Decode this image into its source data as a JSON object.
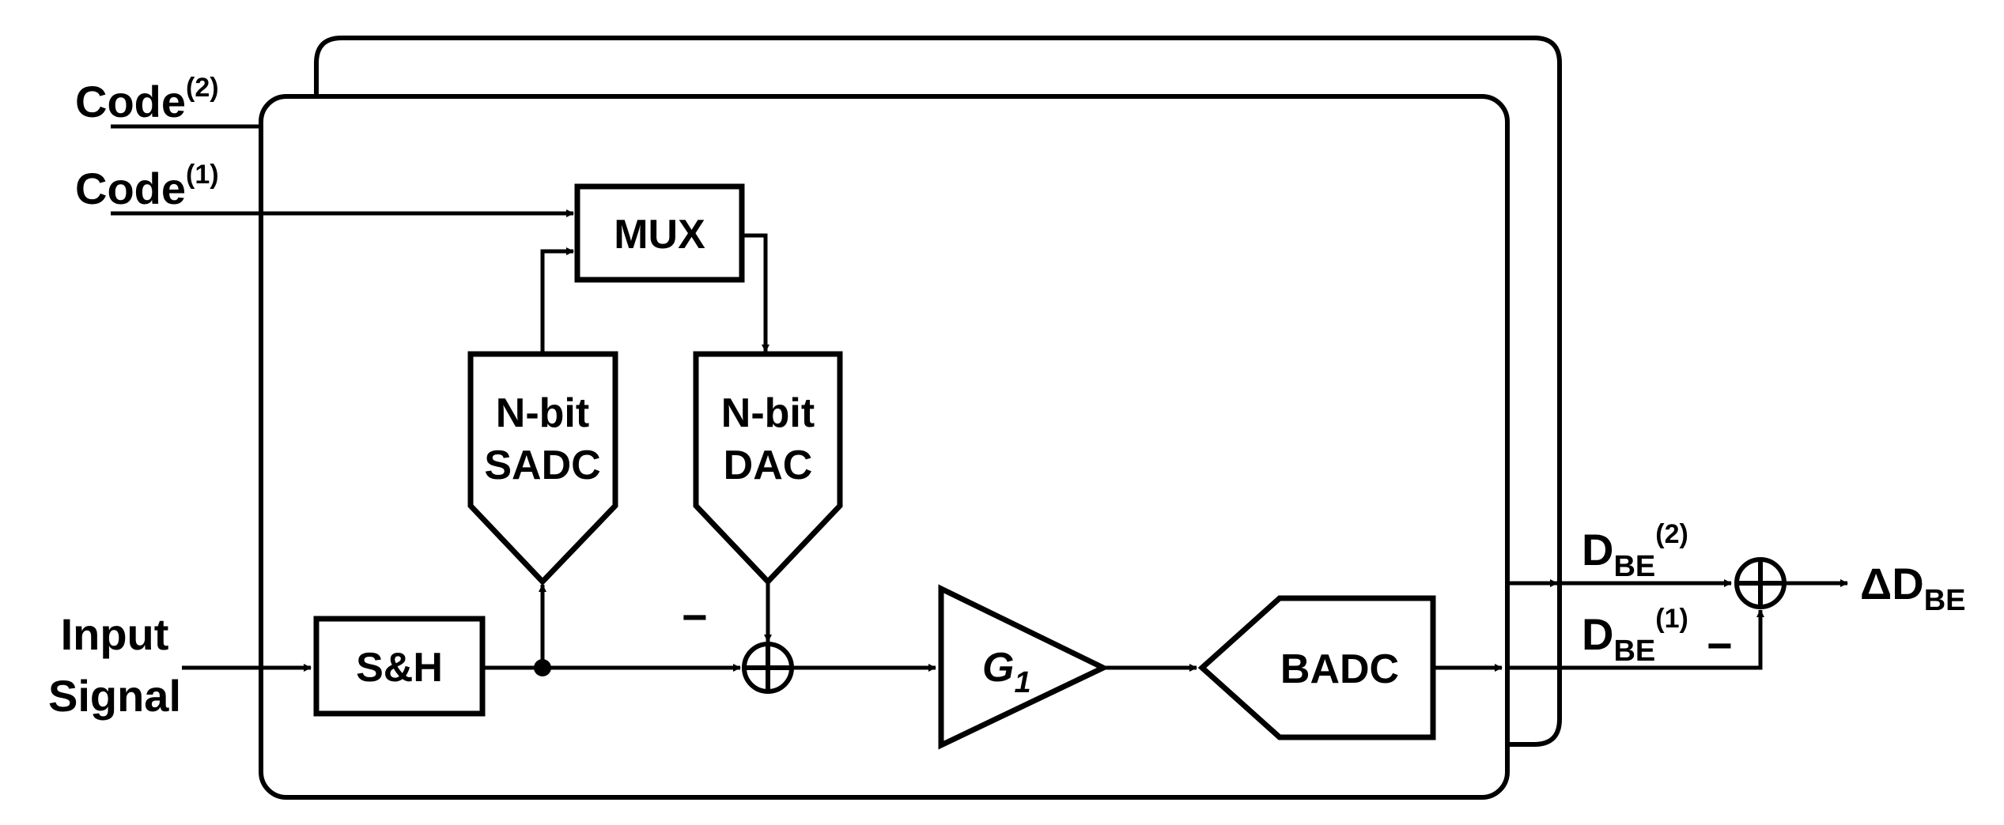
{
  "inputs": {
    "code2": {
      "base": "Code",
      "sup": "(2)"
    },
    "code1": {
      "base": "Code",
      "sup": "(1)"
    },
    "input_line1": "Input",
    "input_line2": "Signal"
  },
  "blocks": {
    "mux": "MUX",
    "sadc_line1": "N-bit",
    "sadc_line2": "SADC",
    "dac_line1": "N-bit",
    "dac_line2": "DAC",
    "sh": "S&H",
    "gain": {
      "base": "G",
      "sub": "1"
    },
    "badc": "BADC"
  },
  "signs": {
    "dac_minus": "−",
    "dbe1_minus": "−"
  },
  "outputs": {
    "dbe2": {
      "base": "D",
      "sub": "BE",
      "sup": "(2)"
    },
    "dbe1": {
      "base": "D",
      "sub": "BE",
      "sup": "(1)"
    },
    "delta": {
      "base": "ΔD",
      "sub": "BE"
    }
  }
}
